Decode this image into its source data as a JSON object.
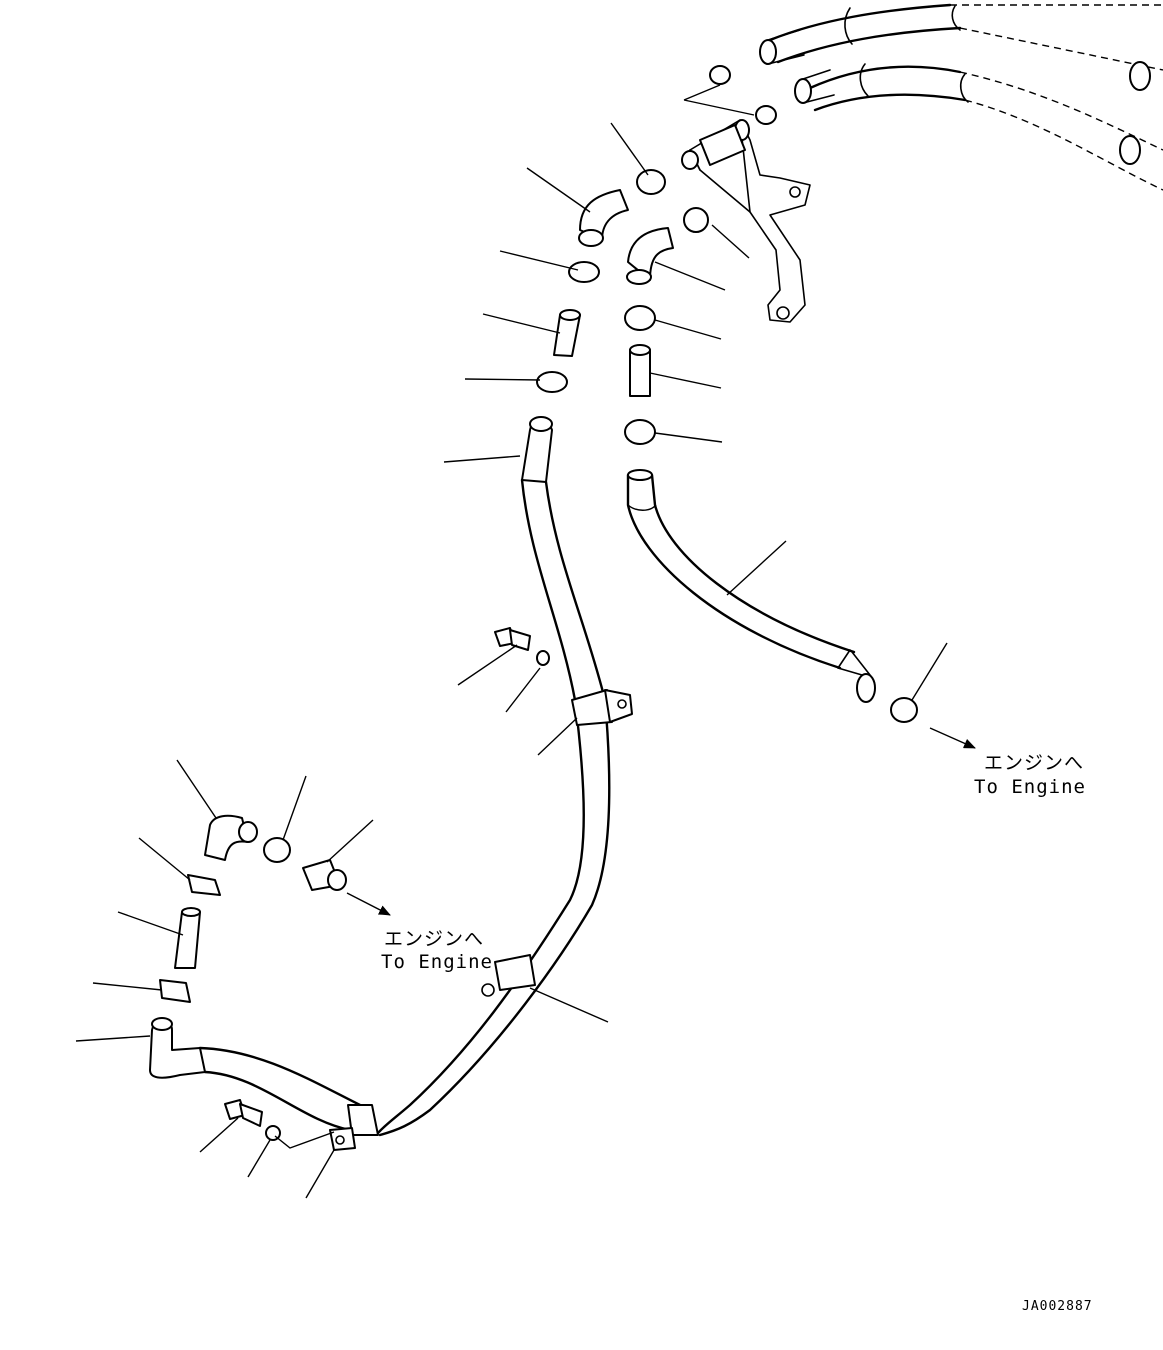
{
  "labels": {
    "to_engine_right_jp": "エンジンへ",
    "to_engine_right_en": "To Engine",
    "to_engine_left_jp": "エンジンへ",
    "to_engine_left_en": "To Engine"
  },
  "drawing_code": "JA002887"
}
